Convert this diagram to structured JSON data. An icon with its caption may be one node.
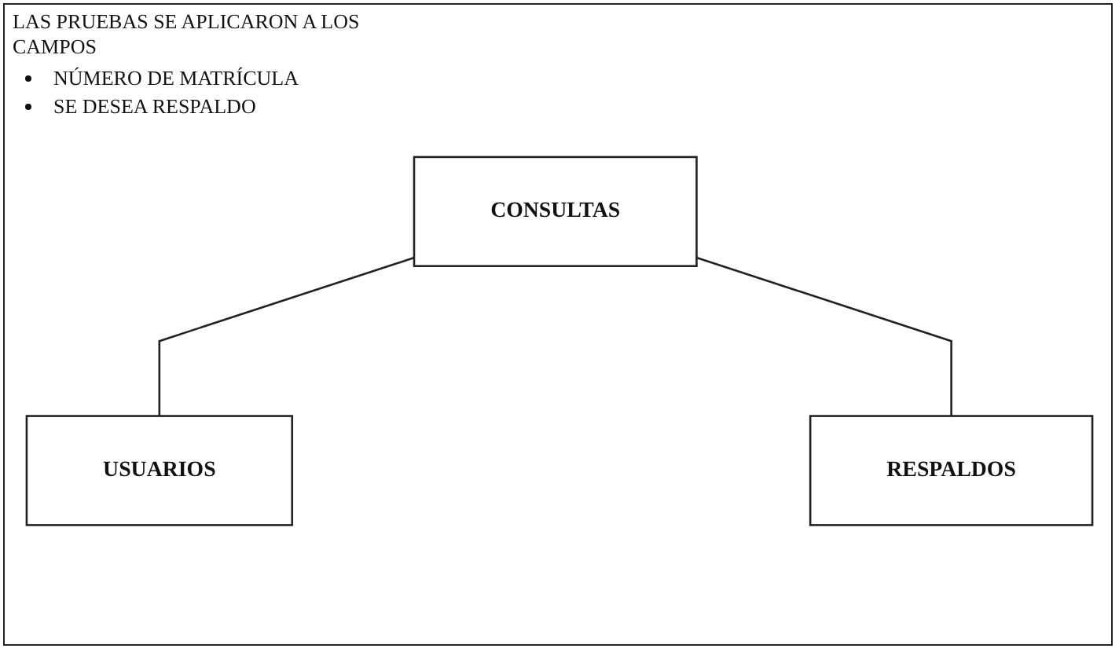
{
  "diagram": {
    "nodes": [
      {
        "text": [
          "CONSULTAS"
        ]
      },
      {
        "text": [
          "USUARIOS"
        ]
      },
      {
        "text": [
          "RESPALDOS"
        ]
      }
    ],
    "edges": [
      {
        "from": 0,
        "to": 1,
        "arrow": "none"
      },
      {
        "from": 0,
        "to": 2,
        "arrow": "none"
      }
    ],
    "labels": [
      "LAS PRUEBAS SE APLICARON A LOS CAMPOS",
      "NÚMERO DE MATRÍCULA",
      "SE DESEA RESPALDO"
    ]
  }
}
